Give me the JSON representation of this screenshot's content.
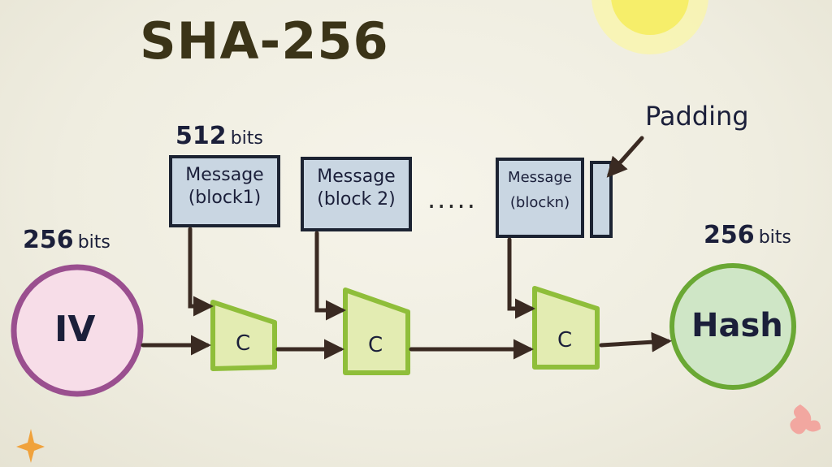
{
  "title": "SHA-256",
  "labels": {
    "message_bits_value": "512",
    "message_bits_unit": "bits",
    "iv_bits_value": "256",
    "iv_bits_unit": "bits",
    "hash_bits_value": "256",
    "hash_bits_unit": "bits",
    "padding": "Padding",
    "ellipsis": "....."
  },
  "blocks": [
    {
      "line1": "Message",
      "line2": "(block1)"
    },
    {
      "line1": "Message",
      "line2": "(block 2)"
    },
    {
      "line1": "Message",
      "line2": "(blockn)"
    }
  ],
  "compress_label": "C",
  "iv_label": "IV",
  "hash_label": "Hash",
  "colors": {
    "iv_border": "#9a4f8f",
    "iv_fill": "#f7dde8",
    "hash_border": "#6aa834",
    "hash_fill": "#cfe6c6",
    "compress_border": "#8fbe3a",
    "compress_fill": "#e3ecb2",
    "block_border": "#1c2332",
    "block_fill": "#c9d6e2",
    "arrow": "#3a2a22",
    "sun": "#f6ee6a"
  }
}
